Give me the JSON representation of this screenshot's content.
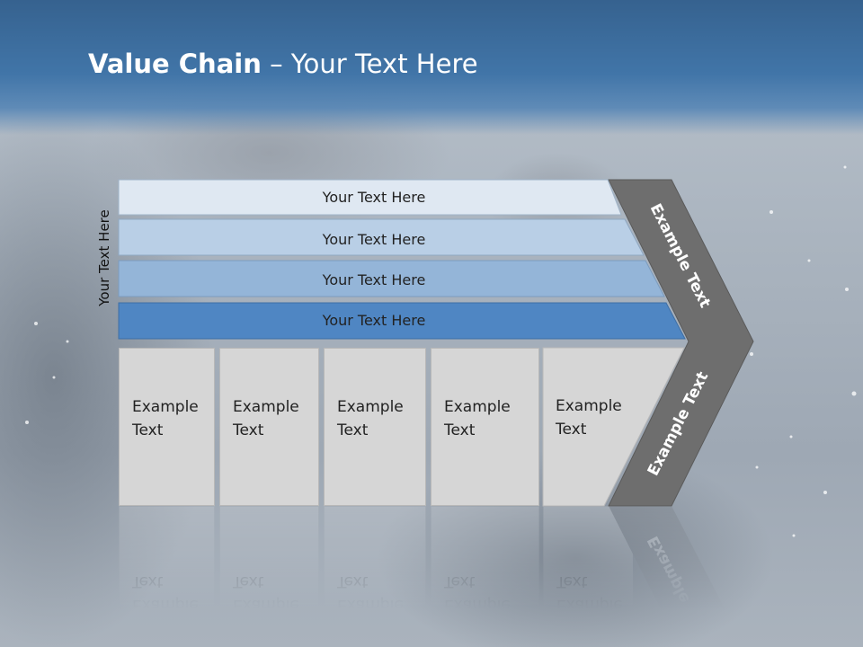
{
  "slide": {
    "title_bold": "Value Chain",
    "title_rest": " – Your Text Here",
    "side_label": "Your Text Here"
  },
  "bars": [
    {
      "label": "Your Text Here",
      "color": "#dfe8f2"
    },
    {
      "label": "Your Text Here",
      "color": "#b9cfe6"
    },
    {
      "label": "Your Text Here",
      "color": "#94b5d8"
    },
    {
      "label": "Your Text Here",
      "color": "#4f86c3"
    }
  ],
  "chevron": {
    "top_label": "Example Text",
    "bottom_label": "Example Text",
    "color": "#6e6e6e"
  },
  "boxes": [
    {
      "label": "Example\nText"
    },
    {
      "label": "Example\nText"
    },
    {
      "label": "Example\nText"
    },
    {
      "label": "Example\nText"
    },
    {
      "label": "Example\nText"
    }
  ]
}
